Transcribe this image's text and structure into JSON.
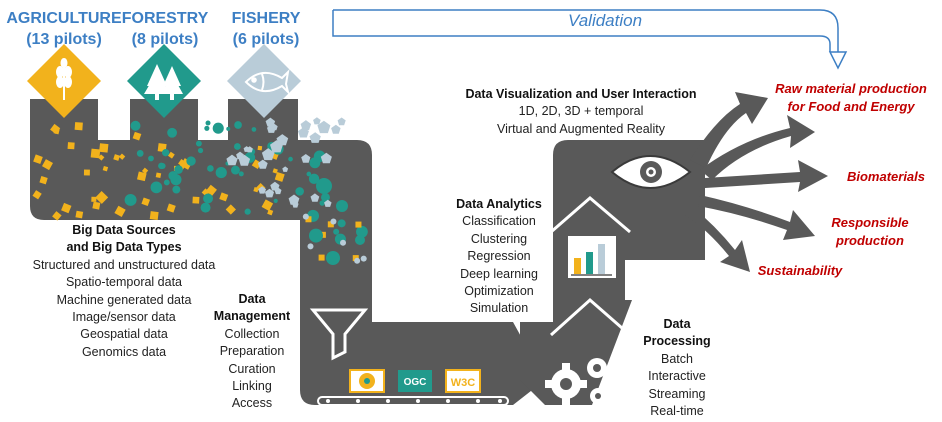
{
  "sectors": [
    {
      "name": "AGRICULTURE",
      "pilots": "(13 pilots)",
      "icon": "wheat-icon",
      "color": "#f2b21c"
    },
    {
      "name": "FORESTRY",
      "pilots": "(8 pilots)",
      "icon": "trees-icon",
      "color": "#219a8c"
    },
    {
      "name": "FISHERY",
      "pilots": "(6 pilots)",
      "icon": "fish-icon",
      "color": "#b9ccd8"
    }
  ],
  "validation": "Validation",
  "pipeline_color": "#595959",
  "sources": {
    "title_line1": "Big Data Sources",
    "title_line2": "and Big Data Types",
    "items": [
      "Structured and unstructured data",
      "Spatio-temporal data",
      "Machine generated data",
      "Image/sensor data",
      "Geospatial data",
      "Genomics data"
    ]
  },
  "management": {
    "title_line1": "Data",
    "title_line2": "Management",
    "items": [
      "Collection",
      "Preparation",
      "Curation",
      "Linking",
      "Access"
    ],
    "standards": [
      {
        "label": "OGC",
        "icon": "ogc-logo-icon"
      },
      {
        "label": "W3C",
        "icon": "w3c-logo-icon"
      }
    ]
  },
  "processing": {
    "title_line1": "Data",
    "title_line2": "Processing",
    "items": [
      "Batch",
      "Interactive",
      "Streaming",
      "Real-time"
    ]
  },
  "analytics": {
    "title": "Data Analytics",
    "items": [
      "Classification",
      "Clustering",
      "Regression",
      "Deep learning",
      "Optimization",
      "Simulation"
    ]
  },
  "visualization": {
    "title": "Data Visualization and User Interaction",
    "items": [
      "1D, 2D, 3D + temporal",
      "Virtual and Augmented Reality"
    ]
  },
  "outputs": [
    {
      "line1": "Raw material production",
      "line2": "for Food and Energy"
    },
    {
      "line1": "Biomaterials",
      "line2": ""
    },
    {
      "line1": "Responsible",
      "line2": "production"
    },
    {
      "line1": "Sustainability",
      "line2": ""
    }
  ]
}
